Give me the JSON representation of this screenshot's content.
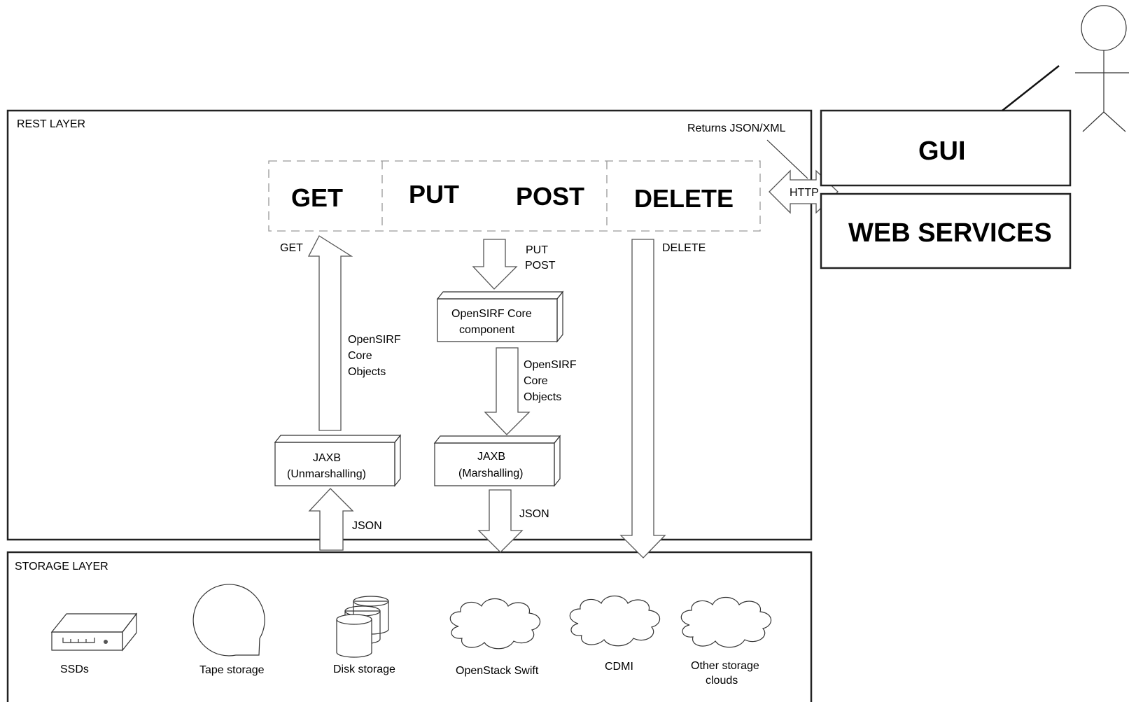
{
  "rest_layer": {
    "label": "REST LAYER",
    "verbs": {
      "get": "GET",
      "put": "PUT",
      "post": "POST",
      "delete": "DELETE"
    },
    "returns_note": "Returns JSON/XML",
    "http_label": "HTTP",
    "get_flow_label": "GET",
    "put_flow_label": "PUT",
    "post_flow_label": "POST",
    "delete_flow_label": "DELETE",
    "core_component": {
      "line1": "OpenSIRF Core",
      "line2": "component"
    },
    "objects_left": {
      "line1": "OpenSIRF",
      "line2": "Core",
      "line3": "Objects"
    },
    "objects_right": {
      "line1": "OpenSIRF",
      "line2": "Core",
      "line3": "Objects"
    },
    "jaxb_unmarshal": {
      "line1": "JAXB",
      "line2": "(Unmarshalling)"
    },
    "jaxb_marshal": {
      "line1": "JAXB",
      "line2": "(Marshalling)"
    },
    "json_up": "JSON",
    "json_down": "JSON"
  },
  "clients": {
    "gui": "GUI",
    "web_services": "WEB SERVICES"
  },
  "storage_layer": {
    "label": "STORAGE LAYER",
    "items": [
      {
        "label": "SSDs",
        "icon": "ssd-icon"
      },
      {
        "label": "Tape storage",
        "icon": "tape-icon"
      },
      {
        "label": "Disk storage",
        "icon": "disk-icon"
      },
      {
        "label": "OpenStack Swift",
        "icon": "cloud-icon"
      },
      {
        "label": "CDMI",
        "icon": "cloud-icon"
      },
      {
        "label": "Other storage",
        "label2": "clouds",
        "icon": "cloud-icon"
      }
    ]
  }
}
